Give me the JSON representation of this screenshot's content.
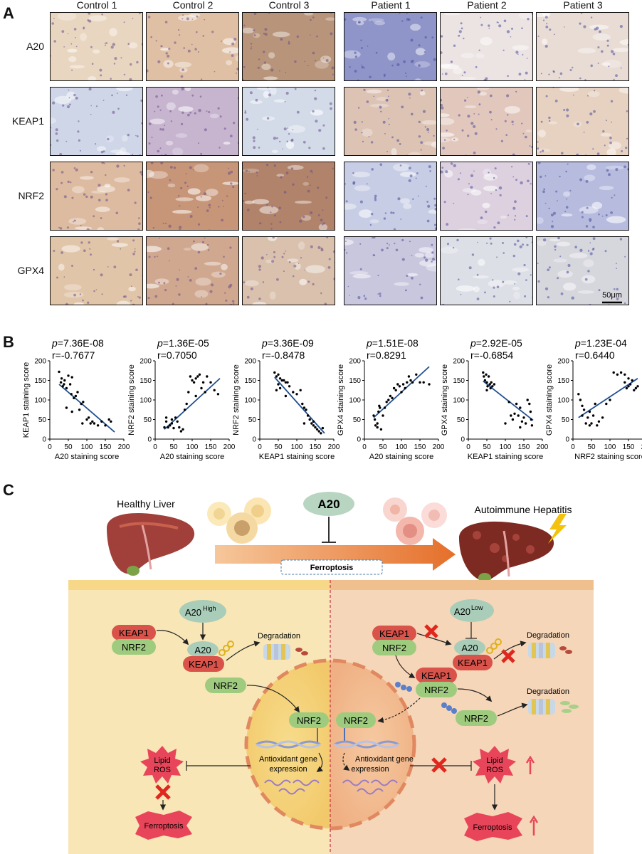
{
  "panelA": {
    "letter": "A",
    "columns": [
      "Control 1",
      "Control 2",
      "Control 3",
      "Patient 1",
      "Patient 2",
      "Patient 3"
    ],
    "rows": [
      "A20",
      "KEAP1",
      "NRF2",
      "GPX4"
    ],
    "scale_bar": "50μm",
    "tile_colors": [
      [
        "#e9d6c0",
        "#dfc0a4",
        "#b8957a",
        "#8f95c9",
        "#ece3e3",
        "#e9dcd4"
      ],
      [
        "#cfd6e8",
        "#c7b4cf",
        "#d3dbe9",
        "#ddc3b4",
        "#e2c7bd",
        "#e7d2c2"
      ],
      [
        "#ddbba0",
        "#c79577",
        "#b0836a",
        "#c7cde4",
        "#ddd0df",
        "#b7bcdf"
      ],
      [
        "#e1c5a9",
        "#d0a890",
        "#d9c1ad",
        "#c9c7de",
        "#dddfe6",
        "#d6d6dd"
      ]
    ]
  },
  "panelB": {
    "letter": "B",
    "plots": [
      {
        "p_prefix": "p",
        "p_value": "=7.36E-08",
        "r_text": "r=-0.7677",
        "xlabel": "A20 staining score",
        "ylabel": "KEAP1 staining score",
        "points": [
          [
            25,
            172
          ],
          [
            32,
            155
          ],
          [
            30,
            145
          ],
          [
            38,
            140
          ],
          [
            35,
            135
          ],
          [
            40,
            150
          ],
          [
            45,
            130
          ],
          [
            50,
            162
          ],
          [
            55,
            140
          ],
          [
            60,
            158
          ],
          [
            58,
            115
          ],
          [
            65,
            105
          ],
          [
            70,
            110
          ],
          [
            75,
            120
          ],
          [
            80,
            75
          ],
          [
            85,
            90
          ],
          [
            90,
            95
          ],
          [
            100,
            50
          ],
          [
            105,
            55
          ],
          [
            110,
            40
          ],
          [
            115,
            45
          ],
          [
            120,
            40
          ],
          [
            130,
            35
          ],
          [
            140,
            45
          ],
          [
            150,
            35
          ],
          [
            160,
            50
          ],
          [
            165,
            45
          ],
          [
            45,
            80
          ],
          [
            60,
            70
          ],
          [
            88,
            40
          ]
        ],
        "line": [
          [
            25,
            140
          ],
          [
            175,
            18
          ]
        ]
      },
      {
        "p_prefix": "p",
        "p_value": "=1.36E-05",
        "r_text": "r=0.7050",
        "xlabel": "A20 staining score",
        "ylabel": "NRF2 staining score",
        "points": [
          [
            25,
            30
          ],
          [
            30,
            45
          ],
          [
            35,
            30
          ],
          [
            40,
            35
          ],
          [
            45,
            40
          ],
          [
            50,
            28
          ],
          [
            55,
            55
          ],
          [
            60,
            45
          ],
          [
            65,
            30
          ],
          [
            70,
            20
          ],
          [
            75,
            25
          ],
          [
            80,
            75
          ],
          [
            85,
            90
          ],
          [
            90,
            120
          ],
          [
            95,
            160
          ],
          [
            100,
            150
          ],
          [
            105,
            145
          ],
          [
            110,
            155
          ],
          [
            115,
            160
          ],
          [
            120,
            165
          ],
          [
            125,
            130
          ],
          [
            130,
            145
          ],
          [
            135,
            120
          ],
          [
            140,
            160
          ],
          [
            150,
            145
          ],
          [
            160,
            125
          ],
          [
            170,
            115
          ],
          [
            30,
            55
          ],
          [
            45,
            50
          ],
          [
            110,
            110
          ]
        ],
        "line": [
          [
            25,
            25
          ],
          [
            175,
            155
          ]
        ]
      },
      {
        "p_prefix": "p",
        "p_value": "=3.36E-09",
        "r_text": "r=-0.8478",
        "xlabel": "KEAP1 staining score",
        "ylabel": "NRF2 staining score",
        "points": [
          [
            40,
            170
          ],
          [
            45,
            160
          ],
          [
            50,
            165
          ],
          [
            55,
            155
          ],
          [
            50,
            140
          ],
          [
            60,
            150
          ],
          [
            65,
            150
          ],
          [
            70,
            145
          ],
          [
            75,
            145
          ],
          [
            80,
            135
          ],
          [
            45,
            125
          ],
          [
            90,
            120
          ],
          [
            100,
            115
          ],
          [
            110,
            125
          ],
          [
            115,
            90
          ],
          [
            120,
            80
          ],
          [
            125,
            75
          ],
          [
            130,
            60
          ],
          [
            140,
            40
          ],
          [
            145,
            35
          ],
          [
            150,
            30
          ],
          [
            155,
            25
          ],
          [
            160,
            20
          ],
          [
            165,
            15
          ],
          [
            170,
            28
          ],
          [
            120,
            40
          ],
          [
            135,
            50
          ],
          [
            145,
            45
          ],
          [
            70,
            110
          ],
          [
            55,
            130
          ]
        ],
        "line": [
          [
            40,
            158
          ],
          [
            175,
            15
          ]
        ]
      },
      {
        "p_prefix": "p",
        "p_value": "=1.51E-08",
        "r_text": "r=0.8291",
        "xlabel": "A20 staining score",
        "ylabel": "GPX4 staining score",
        "points": [
          [
            25,
            60
          ],
          [
            28,
            50
          ],
          [
            30,
            35
          ],
          [
            35,
            30
          ],
          [
            38,
            70
          ],
          [
            40,
            85
          ],
          [
            42,
            80
          ],
          [
            45,
            25
          ],
          [
            50,
            60
          ],
          [
            55,
            80
          ],
          [
            60,
            95
          ],
          [
            65,
            100
          ],
          [
            70,
            110
          ],
          [
            75,
            105
          ],
          [
            80,
            130
          ],
          [
            85,
            125
          ],
          [
            90,
            140
          ],
          [
            95,
            135
          ],
          [
            100,
            120
          ],
          [
            105,
            140
          ],
          [
            110,
            130
          ],
          [
            115,
            145
          ],
          [
            120,
            160
          ],
          [
            125,
            150
          ],
          [
            130,
            145
          ],
          [
            140,
            165
          ],
          [
            150,
            145
          ],
          [
            160,
            145
          ],
          [
            175,
            140
          ],
          [
            35,
            40
          ]
        ],
        "line": [
          [
            25,
            55
          ],
          [
            175,
            185
          ]
        ]
      },
      {
        "p_prefix": "p",
        "p_value": "=2.92E-05",
        "r_text": "r=-0.6854",
        "xlabel": "KEAP1 staining score",
        "ylabel": "GPX4 staining score",
        "points": [
          [
            40,
            170
          ],
          [
            42,
            160
          ],
          [
            45,
            150
          ],
          [
            48,
            165
          ],
          [
            50,
            145
          ],
          [
            52,
            135
          ],
          [
            55,
            160
          ],
          [
            58,
            140
          ],
          [
            60,
            130
          ],
          [
            62,
            145
          ],
          [
            65,
            135
          ],
          [
            70,
            140
          ],
          [
            50,
            125
          ],
          [
            110,
            95
          ],
          [
            115,
            60
          ],
          [
            120,
            50
          ],
          [
            125,
            65
          ],
          [
            130,
            90
          ],
          [
            135,
            60
          ],
          [
            140,
            30
          ],
          [
            145,
            45
          ],
          [
            150,
            55
          ],
          [
            155,
            40
          ],
          [
            160,
            100
          ],
          [
            165,
            90
          ],
          [
            168,
            70
          ],
          [
            170,
            50
          ],
          [
            172,
            35
          ],
          [
            140,
            80
          ],
          [
            100,
            40
          ]
        ],
        "line": [
          [
            40,
            148
          ],
          [
            175,
            48
          ]
        ]
      },
      {
        "p_prefix": "p",
        "p_value": "=1.23E-04",
        "r_text": "r=0.6440",
        "xlabel": "NRF2 staining score",
        "ylabel": "GPX4 staining score",
        "points": [
          [
            15,
            115
          ],
          [
            20,
            100
          ],
          [
            25,
            85
          ],
          [
            30,
            75
          ],
          [
            35,
            40
          ],
          [
            40,
            55
          ],
          [
            45,
            35
          ],
          [
            50,
            40
          ],
          [
            55,
            60
          ],
          [
            60,
            90
          ],
          [
            65,
            35
          ],
          [
            70,
            45
          ],
          [
            90,
            90
          ],
          [
            100,
            100
          ],
          [
            110,
            170
          ],
          [
            120,
            165
          ],
          [
            130,
            170
          ],
          [
            140,
            145
          ],
          [
            145,
            130
          ],
          [
            150,
            135
          ],
          [
            155,
            140
          ],
          [
            160,
            150
          ],
          [
            165,
            125
          ],
          [
            170,
            130
          ],
          [
            175,
            135
          ],
          [
            150,
            155
          ],
          [
            140,
            165
          ],
          [
            25,
            60
          ],
          [
            80,
            55
          ],
          [
            45,
            70
          ]
        ],
        "line": [
          [
            15,
            55
          ],
          [
            175,
            155
          ]
        ]
      }
    ],
    "x_ticks": [
      "0",
      "50",
      "100",
      "150",
      "200"
    ],
    "y_ticks": [
      "0",
      "50",
      "100",
      "150",
      "200"
    ]
  },
  "panelC": {
    "letter": "C",
    "healthy_label": "Healthy Liver",
    "aih_label": "Autoimmune Hepatitis",
    "a20_label": "A20",
    "ferroptosis_box": "Ferroptosis",
    "left": {
      "a20_base": "A20",
      "a20_sup": "High",
      "keap1": "KEAP1",
      "nrf2": "NRF2",
      "complex_a20": "A20",
      "complex_keap1": "KEAP1",
      "degradation": "Degradation",
      "free_nrf2": "NRF2",
      "nuclear_nrf2": "NRF2",
      "gene_text_1": "Antioxidant gene",
      "gene_text_2": "expression",
      "lipid_1": "Lipid",
      "lipid_2": "ROS",
      "ferroptosis": "Ferroptosis"
    },
    "right": {
      "a20_base": "A20",
      "a20_sup": "Low",
      "keap1": "KEAP1",
      "nrf2": "NRF2",
      "complex_a20": "A20",
      "complex_keap1": "KEAP1",
      "degradation_1": "Degradation",
      "bound_keap1": "KEAP1",
      "bound_nrf2": "NRF2",
      "degradation_2": "Degradation",
      "free_nrf2": "NRF2",
      "nuclear_nrf2": "NRF2",
      "gene_text_1": "Antioxidant gene",
      "gene_text_2": "expression",
      "lipid_1": "Lipid",
      "lipid_2": "ROS",
      "ferroptosis": "Ferroptosis"
    },
    "colors": {
      "keap1": "#d9534a",
      "nrf2": "#9fcb7f",
      "a20": "#a9cdb8",
      "arrow_orange": "#e9843f",
      "starburst": "#e8455a",
      "left_bg": "#f8e6b6",
      "right_bg": "#f6d6b8"
    }
  }
}
